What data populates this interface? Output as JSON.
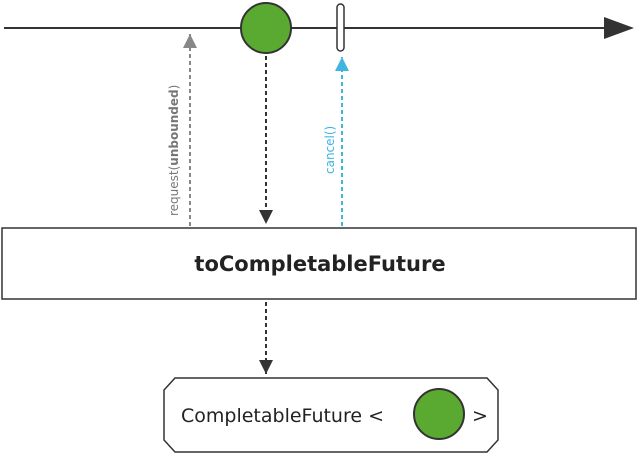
{
  "colors": {
    "stroke": "#333333",
    "onNext": "#5aaa32",
    "request": "#888888",
    "cancel": "#3fb5e0",
    "background": "#ffffff"
  },
  "operator": {
    "label": "toCompletableFuture"
  },
  "request_signal": {
    "prefix": "request(",
    "argument": "unbounded",
    "suffix": ")"
  },
  "cancel_signal": {
    "label": "cancel()"
  },
  "future": {
    "prefix": "CompletableFuture <",
    "suffix": ">"
  }
}
